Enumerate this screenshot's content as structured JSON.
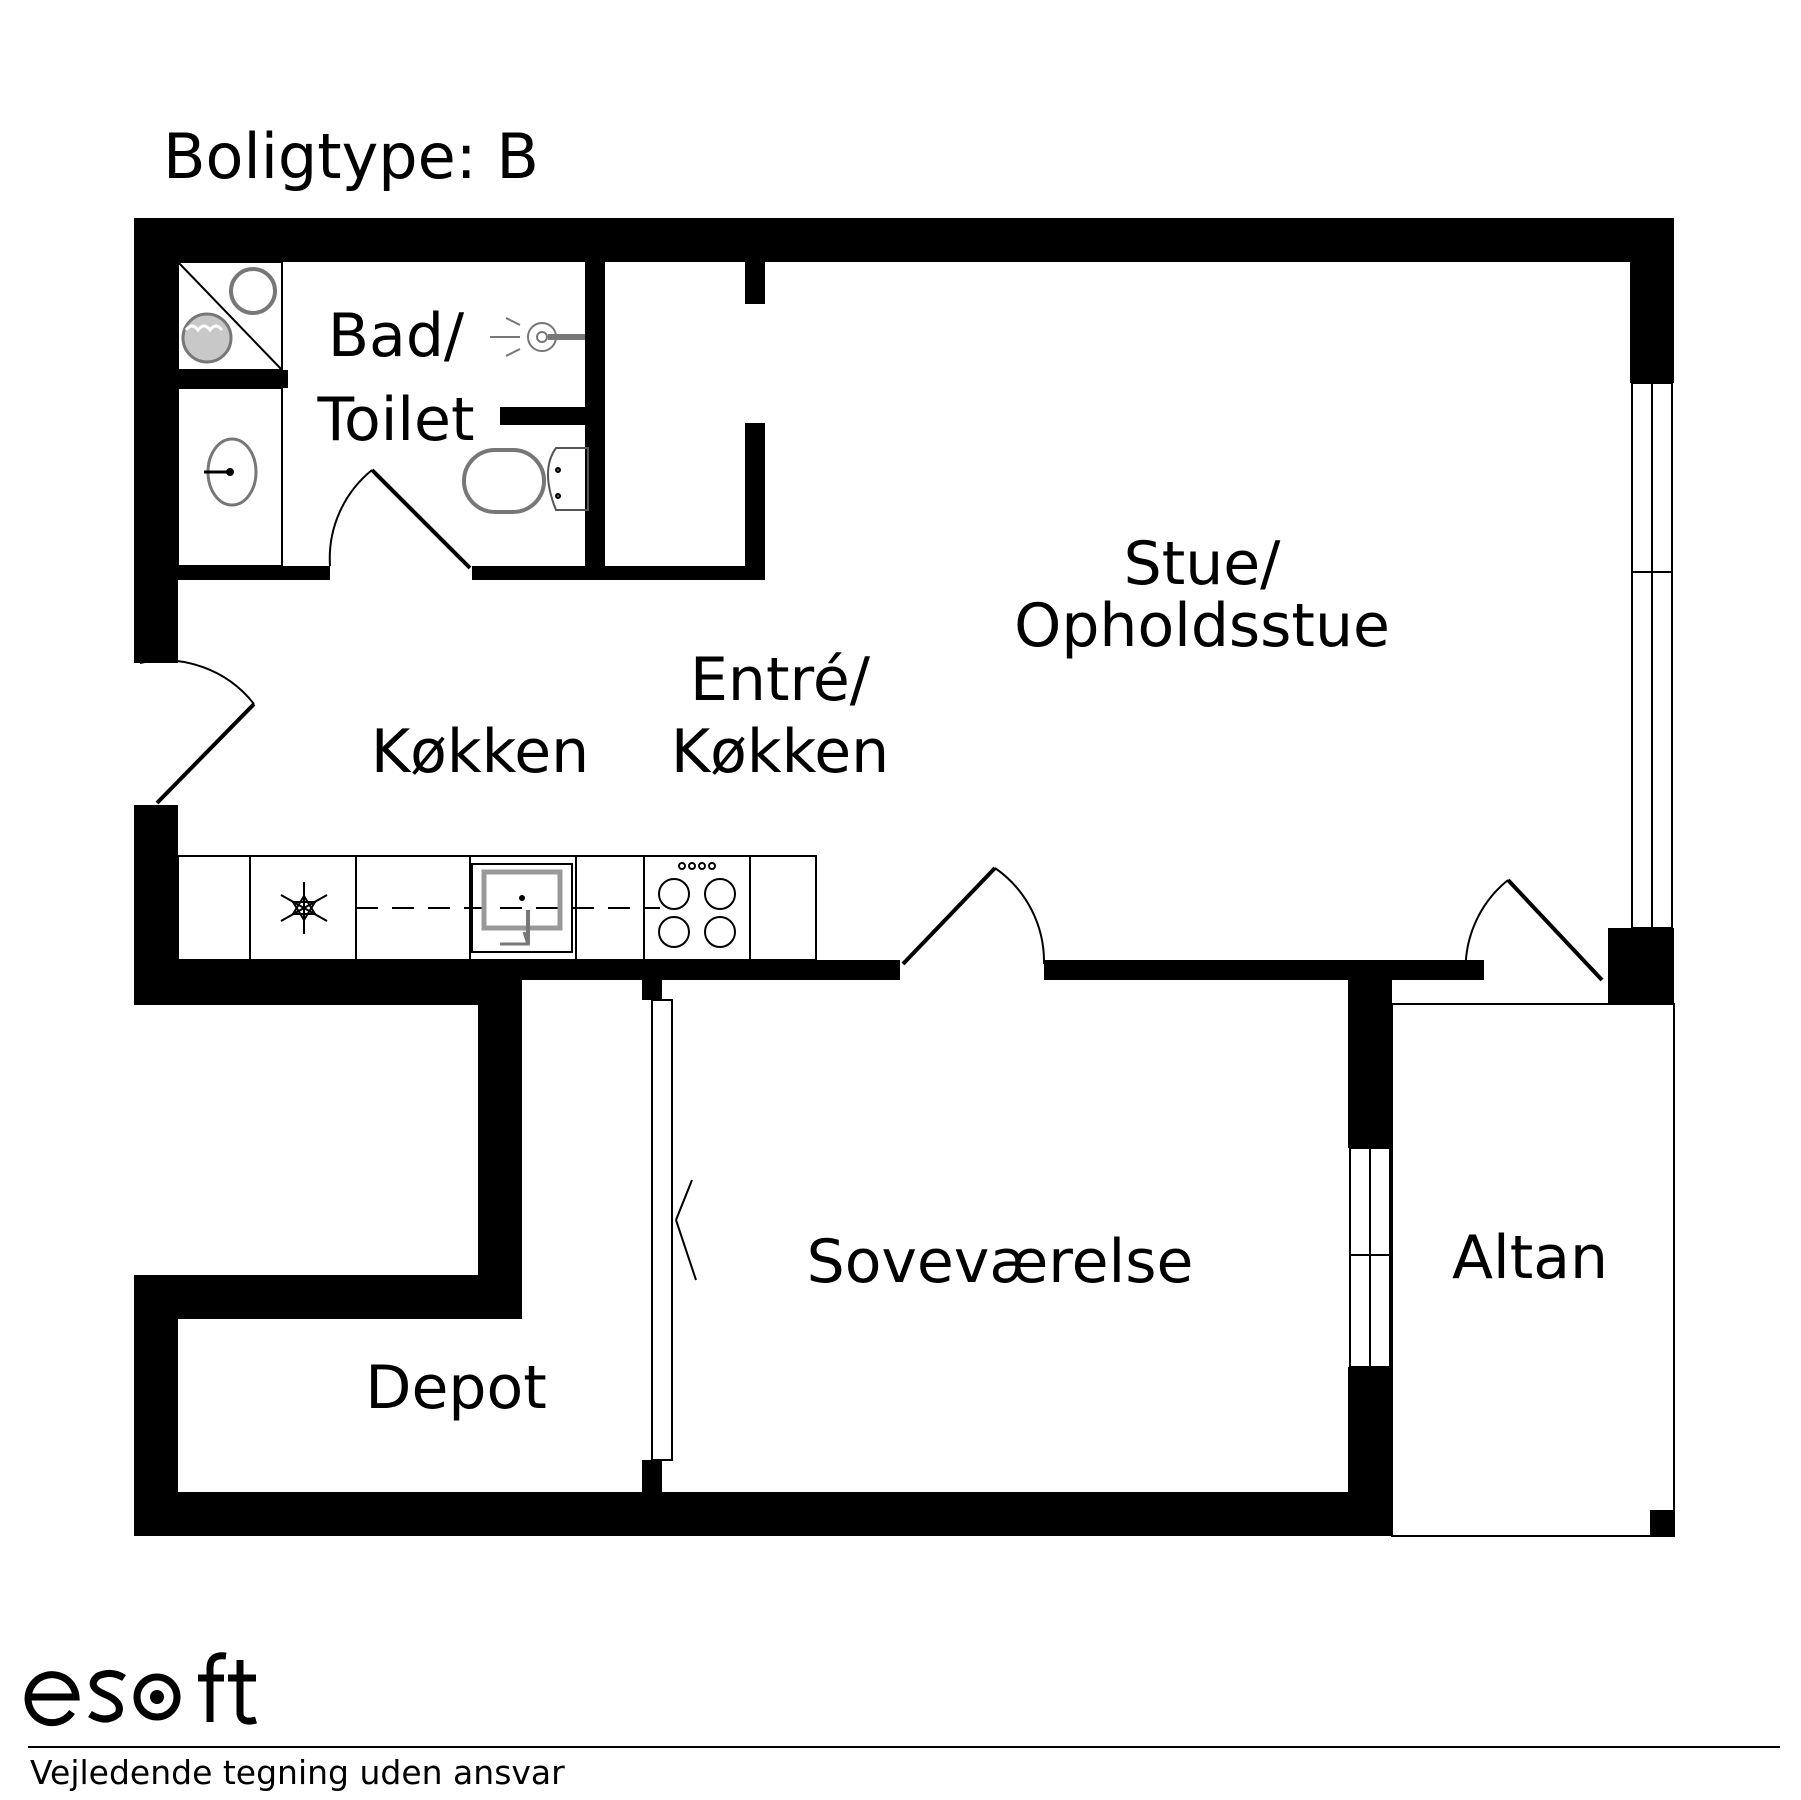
{
  "title": "Boligtype: B",
  "rooms": {
    "bad_line1": "Bad/",
    "bad_line2": "Toilet",
    "stue_line1": "Stue/",
    "stue_line2": "Opholdsstue",
    "entre_line1": "Entré/",
    "entre_line2": "Køkken",
    "kokken": "Køkken",
    "sovevaerelse": "Soveværelse",
    "altan": "Altan",
    "depot": "Depot"
  },
  "footer": {
    "logo": "esoft",
    "disclaimer": "Vejledende tegning uden ansvar"
  },
  "colors": {
    "wall": "#000000",
    "fixture_gray": "#9a9a9a",
    "background": "#ffffff"
  },
  "icons": [
    "shower-icon",
    "washing-machine-icon",
    "sink-icon",
    "toilet-icon",
    "freezer-snowflake-icon",
    "kitchen-sink-icon",
    "stove-hob-icon",
    "door-swing-icon",
    "window-icon"
  ]
}
